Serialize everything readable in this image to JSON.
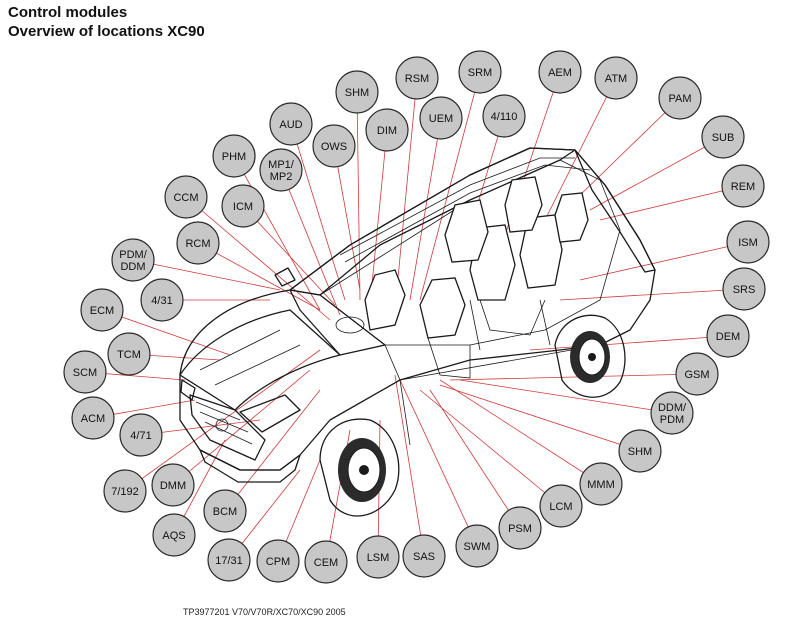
{
  "header": {
    "title": "Control modules",
    "subtitle": "Overview of locations XC90"
  },
  "footer": {
    "reference": "TP3977201 V70/V70R/XC70/XC90 2005"
  },
  "modules": [
    {
      "id": "aud",
      "label": "AUD"
    },
    {
      "id": "shm-top",
      "label": "SHM"
    },
    {
      "id": "rsm",
      "label": "RSM"
    },
    {
      "id": "srm",
      "label": "SRM"
    },
    {
      "id": "aem",
      "label": "AEM"
    },
    {
      "id": "atm",
      "label": "ATM"
    },
    {
      "id": "pam",
      "label": "PAM"
    },
    {
      "id": "phm",
      "label": "PHM"
    },
    {
      "id": "mp",
      "label": "MP1/\nMP2"
    },
    {
      "id": "ows",
      "label": "OWS"
    },
    {
      "id": "dim",
      "label": "DIM"
    },
    {
      "id": "uem",
      "label": "UEM"
    },
    {
      "id": "4-110",
      "label": "4/110"
    },
    {
      "id": "sub",
      "label": "SUB"
    },
    {
      "id": "ccm",
      "label": "CCM"
    },
    {
      "id": "icm",
      "label": "ICM"
    },
    {
      "id": "rem",
      "label": "REM"
    },
    {
      "id": "rcm",
      "label": "RCM"
    },
    {
      "id": "pdm-ddm",
      "label": "PDM/\nDDM"
    },
    {
      "id": "ism",
      "label": "ISM"
    },
    {
      "id": "ecm",
      "label": "ECM"
    },
    {
      "id": "4-31",
      "label": "4/31"
    },
    {
      "id": "srs",
      "label": "SRS"
    },
    {
      "id": "tcm",
      "label": "TCM"
    },
    {
      "id": "dem",
      "label": "DEM"
    },
    {
      "id": "scm",
      "label": "SCM"
    },
    {
      "id": "gsm",
      "label": "GSM"
    },
    {
      "id": "acm",
      "label": "ACM"
    },
    {
      "id": "ddm-pdm",
      "label": "DDM/\nPDM"
    },
    {
      "id": "4-71",
      "label": "4/71"
    },
    {
      "id": "shm-bottom",
      "label": "SHM"
    },
    {
      "id": "7-192",
      "label": "7/192"
    },
    {
      "id": "dmm",
      "label": "DMM"
    },
    {
      "id": "mmm",
      "label": "MMM"
    },
    {
      "id": "lcm",
      "label": "LCM"
    },
    {
      "id": "bcm",
      "label": "BCM"
    },
    {
      "id": "aqs",
      "label": "AQS"
    },
    {
      "id": "psm",
      "label": "PSM"
    },
    {
      "id": "swm",
      "label": "SWM"
    },
    {
      "id": "17-31",
      "label": "17/31"
    },
    {
      "id": "cpm",
      "label": "CPM"
    },
    {
      "id": "cem",
      "label": "CEM"
    },
    {
      "id": "lsm",
      "label": "LSM"
    },
    {
      "id": "sas",
      "label": "SAS"
    }
  ]
}
